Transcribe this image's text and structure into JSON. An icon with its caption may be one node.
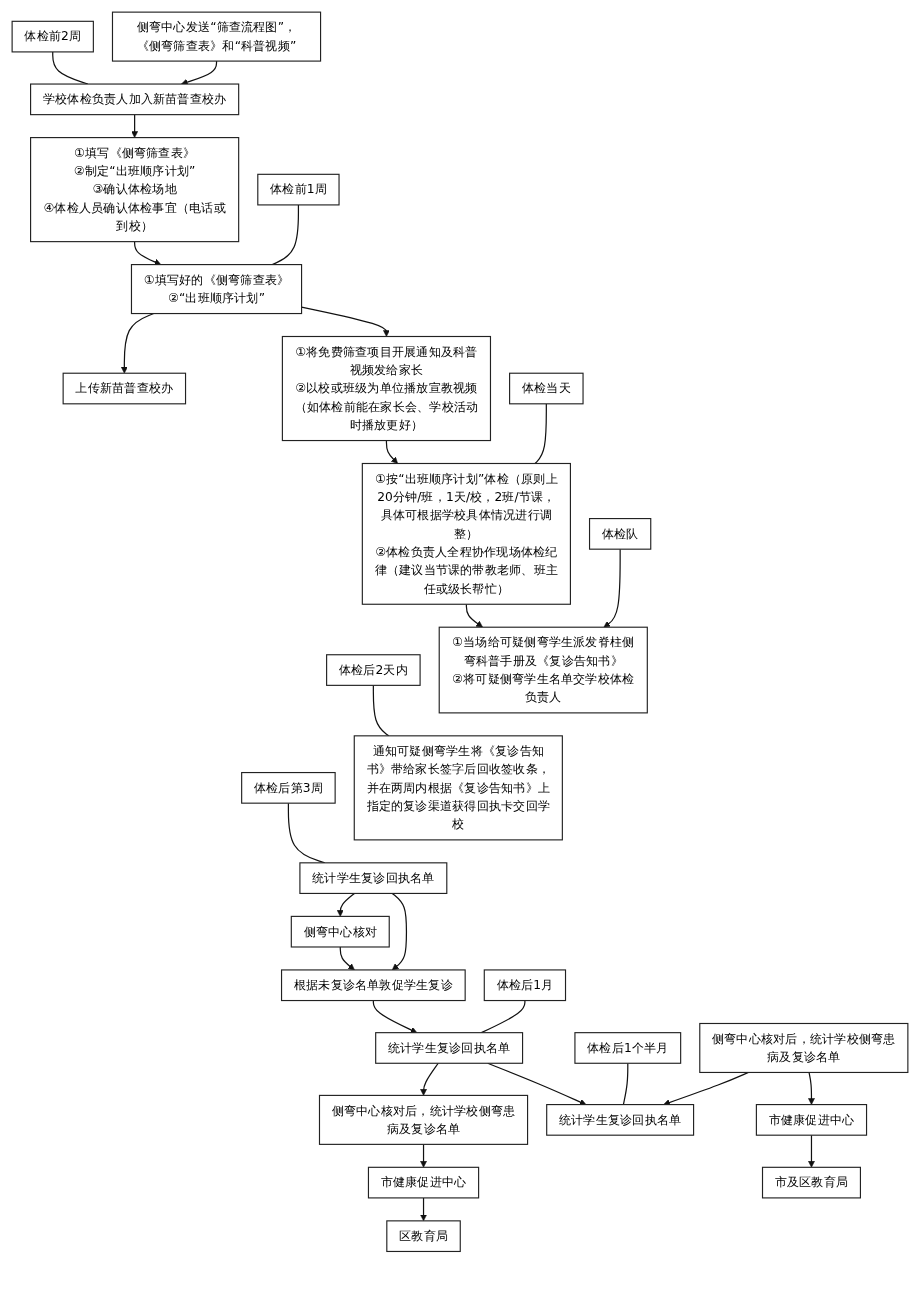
{
  "diagram": {
    "nodes": [
      {
        "text": [
          "体检前2周"
        ]
      },
      {
        "text": [
          "学校体检负责人加入新苗普查校办"
        ]
      },
      {
        "text": [
          "侧弯中心发送“筛查流程图”，《侧弯筛查表》和“科普视频”"
        ]
      },
      {
        "text": [
          "①填写《侧弯筛查表》",
          "②制定“出班顺序计划”",
          "③确认体检场地",
          "④体检人员确认体检事宜（电话或到校）"
        ]
      },
      {
        "text": [
          "体检前1周"
        ]
      },
      {
        "text": [
          "①填写好的《侧弯筛查表》",
          "②“出班顺序计划”"
        ]
      },
      {
        "text": [
          "上传新苗普查校办"
        ]
      },
      {
        "text": [
          "①将免费筛查项目开展通知及科普视频发给家长",
          "②以校或班级为单位播放宣教视频（如体检前能在家长会、学校活动时播放更好）"
        ]
      },
      {
        "text": [
          "体检当天"
        ]
      },
      {
        "text": [
          "①按“出班顺序计划”体检（原则上20分钟/班，1天/校，2班/节课，具体可根据学校具体情况进行调整）",
          "②体检负责人全程协作现场体检纪律（建议当节课的带教老师、班主任或级长帮忙）"
        ]
      },
      {
        "text": [
          "①当场给可疑侧弯学生派发脊柱侧弯科普手册及《复诊告知书》",
          "②将可疑侧弯学生名单交学校体检负责人"
        ]
      },
      {
        "text": [
          "体检队"
        ]
      },
      {
        "text": [
          "体检后2天内"
        ]
      },
      {
        "text": [
          "通知可疑侧弯学生将《复诊告知书》带给家长签字后回收签收条，并在两周内根据《复诊告知书》上指定的复诊渠道获得回执卡交回学校"
        ]
      },
      {
        "text": [
          "体检后第3周"
        ]
      },
      {
        "text": [
          "统计学生复诊回执名单"
        ]
      },
      {
        "text": [
          "侧弯中心核对"
        ]
      },
      {
        "text": [
          "根据未复诊名单敦促学生复诊"
        ]
      },
      {
        "text": [
          "体检后1月"
        ]
      },
      {
        "text": [
          "统计学生复诊回执名单"
        ]
      },
      {
        "text": [
          "侧弯中心核对后，统计学校侧弯患病及复诊名单"
        ]
      },
      {
        "text": [
          "市健康促进中心"
        ]
      },
      {
        "text": [
          "区教育局"
        ]
      },
      {
        "text": [
          "体检后1个半月"
        ]
      },
      {
        "text": [
          "统计学生复诊回执名单"
        ]
      },
      {
        "text": [
          "侧弯中心核对后，统计学校侧弯患病及复诊名单"
        ]
      },
      {
        "text": [
          "市健康促进中心"
        ]
      },
      {
        "text": [
          "市及区教育局"
        ]
      }
    ],
    "edges": [
      {
        "from": 0,
        "to": 1,
        "arrow": "none"
      },
      {
        "from": 2,
        "to": 1,
        "arrow": "to"
      },
      {
        "from": 1,
        "to": 3,
        "arrow": "to"
      },
      {
        "from": 3,
        "to": 5,
        "arrow": "to"
      },
      {
        "from": 4,
        "to": 5,
        "arrow": "none"
      },
      {
        "from": 5,
        "to": 6,
        "arrow": "to"
      },
      {
        "from": 5,
        "to": 7,
        "arrow": "to"
      },
      {
        "from": 7,
        "to": 9,
        "arrow": "to"
      },
      {
        "from": 8,
        "to": 9,
        "arrow": "none"
      },
      {
        "from": 9,
        "to": 10,
        "arrow": "to"
      },
      {
        "from": 11,
        "to": 10,
        "arrow": "to"
      },
      {
        "from": 12,
        "to": 13,
        "arrow": "none"
      },
      {
        "from": 14,
        "to": 15,
        "arrow": "none"
      },
      {
        "from": 15,
        "to": 16,
        "arrow": "to"
      },
      {
        "from": 16,
        "to": 17,
        "arrow": "to"
      },
      {
        "from": 15,
        "to": 17,
        "arrow": "to"
      },
      {
        "from": 17,
        "to": 19,
        "arrow": "to"
      },
      {
        "from": 18,
        "to": 19,
        "arrow": "none"
      },
      {
        "from": 19,
        "to": 20,
        "arrow": "to"
      },
      {
        "from": 20,
        "to": 21,
        "arrow": "to"
      },
      {
        "from": 21,
        "to": 22,
        "arrow": "to"
      },
      {
        "from": 19,
        "to": 24,
        "arrow": "to"
      },
      {
        "from": 23,
        "to": 24,
        "arrow": "none"
      },
      {
        "from": 25,
        "to": 24,
        "arrow": "to"
      },
      {
        "from": 25,
        "to": 26,
        "arrow": "to"
      },
      {
        "from": 26,
        "to": 27,
        "arrow": "to"
      }
    ]
  }
}
